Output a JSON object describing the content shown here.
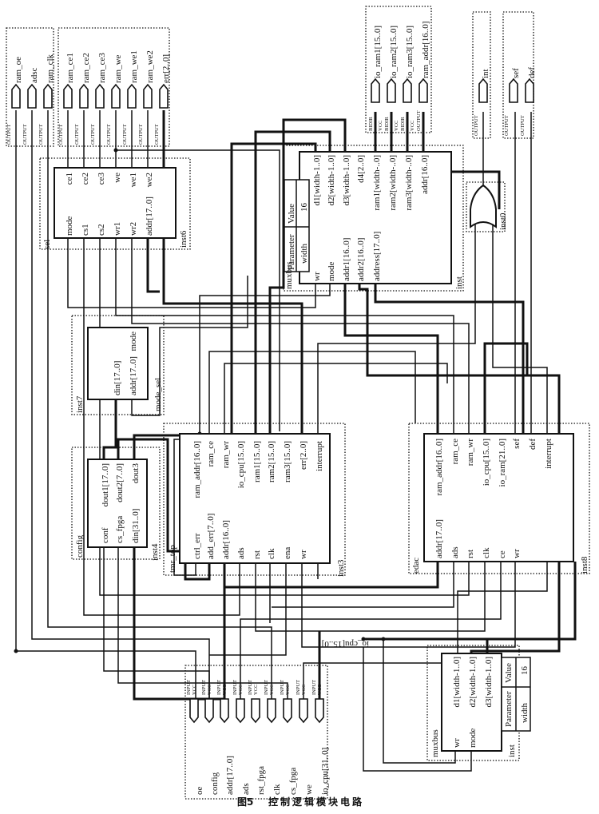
{
  "output_pins_left": [
    {
      "label": "ram_oe",
      "type": "OUTPUT"
    },
    {
      "label": "adsc",
      "type": "OUTPUT"
    },
    {
      "label": "ram_clk",
      "type": "OUTPUT"
    }
  ],
  "output_pins_sel": [
    {
      "label": "ram_ce1",
      "type": "OUTPUT"
    },
    {
      "label": "ram_ce2",
      "type": "OUTPUT"
    },
    {
      "label": "ram_ce3",
      "type": "OUTPUT"
    },
    {
      "label": "ram_we",
      "type": "OUTPUT"
    },
    {
      "label": "ram_we1",
      "type": "OUTPUT"
    },
    {
      "label": "ram_we2",
      "type": "OUTPUT"
    },
    {
      "label": "err[2..0]",
      "type": "OUTPUT"
    }
  ],
  "io_pins_right": [
    {
      "label": "io_ram1[15..0]",
      "type": "BIDIR"
    },
    {
      "label": "io_ram2[15..0]",
      "type": "BIDIR",
      "vcc": "VCC"
    },
    {
      "label": "io_ram3[15..0]",
      "type": "BIDIR",
      "vcc": "VCC"
    },
    {
      "label": "ram_addr[16..0]",
      "type": "OUTPUT",
      "vcc": "VCC"
    }
  ],
  "output_pins_int": [
    {
      "label": "int",
      "type": "OUTPUT"
    }
  ],
  "output_pins_flags": [
    {
      "label": "sef",
      "type": "OUTPUT"
    },
    {
      "label": "def",
      "type": "OUTPUT"
    }
  ],
  "sel_block": {
    "name": "sel",
    "instance": "inst6",
    "outputs": [
      "ce1",
      "ce2",
      "ce3",
      "we",
      "we1",
      "we2"
    ],
    "inputs": [
      "mode",
      "cs1",
      "cs2",
      "wr1",
      "wr2",
      "addr[17..0]"
    ]
  },
  "muxbus_top": {
    "name": "muxbus",
    "instance": "inst",
    "inputs": [
      "wr",
      "mode",
      "addr1[16..0]",
      "addr2[16..0]",
      "address[17..0]"
    ],
    "outputs": [
      "d1[width-1..0]",
      "d2[width-1..0]",
      "d3[width-1..0]",
      "d4[2..0]",
      "ram1[width-..0]",
      "ram2[width-..0]",
      "ram3[width-..0]",
      "addr[16..0]"
    ],
    "param_header": [
      "Parameter",
      "Value"
    ],
    "param_row": [
      "width",
      "16"
    ]
  },
  "or_gate": {
    "instance": "inst0"
  },
  "mode_sel": {
    "name": "mode_sel",
    "instance": "inst7",
    "inputs": [
      "din[17..0]",
      "addr[17..0]"
    ],
    "outputs": [
      "mode"
    ]
  },
  "config": {
    "name": "config",
    "instance": "inst4",
    "inputs": [
      "conf",
      "cs_fpga",
      "din[31..0]"
    ],
    "outputs": [
      "dout1[17..0]",
      "dout2[7..0]",
      "dout3"
    ]
  },
  "tmr_top": {
    "name": "tmr_top",
    "instance": "inst3",
    "inputs": [
      "ctrl_err",
      "add_err[7..0]",
      "addr[16..0]",
      "ads",
      "rst",
      "clk",
      "ena",
      "wr"
    ],
    "outputs": [
      "ram_addr[16..0]",
      "ram_ce",
      "ram_wr",
      "io_cpu[15..0]",
      "ram1[15..0]",
      "ram2[15..0]",
      "ram3[15..0]",
      "err[2..0]",
      "interrupt"
    ]
  },
  "edac": {
    "name": "edac",
    "instance": "inst8",
    "inputs": [
      "addr[17..0]",
      "ads",
      "rst",
      "clk",
      "ce",
      "wr"
    ],
    "outputs": [
      "ram_addr[16..0]",
      "ram_ce",
      "ram_wr",
      "io_cpu[15..0]",
      "io_ram[21..0]",
      "sef",
      "def",
      "interrupt"
    ]
  },
  "input_pins": [
    {
      "label": "oe",
      "type": "INPUT",
      "vcc": "VCC"
    },
    {
      "label": "config",
      "type": "INPUT",
      "vcc": "VCC"
    },
    {
      "label": "addr[17..0]",
      "type": "INPUT",
      "vcc": "VCC"
    },
    {
      "label": "ads",
      "type": "INPUT",
      "vcc": "VCC"
    },
    {
      "label": "rst_fpga",
      "type": "INPUT",
      "vcc": "VCC"
    },
    {
      "label": "clk",
      "type": "INPUT",
      "vcc": "VCC"
    },
    {
      "label": "cs_fpga",
      "type": "INPUT",
      "vcc": "VCC"
    },
    {
      "label": "we",
      "type": "INPUT",
      "vcc": "VCC"
    },
    {
      "label": "io_cpu[31..0]",
      "type": "INPUT",
      "vcc": "VCC"
    }
  ],
  "muxbus_bottom": {
    "name": "muxbus",
    "instance": "inst",
    "inputs": [
      "wr",
      "mode"
    ],
    "outputs": [
      "d1[width-1..0]",
      "d2[width-1..0]",
      "d3[width-1..0]"
    ],
    "param_header": [
      "Parameter",
      "Value"
    ],
    "param_row": [
      "width",
      "16"
    ]
  },
  "net_labels": {
    "io_cpu": "io_cpu[15..0]"
  },
  "caption": {
    "figure": "图5",
    "title": "控制逻辑模块电路"
  }
}
